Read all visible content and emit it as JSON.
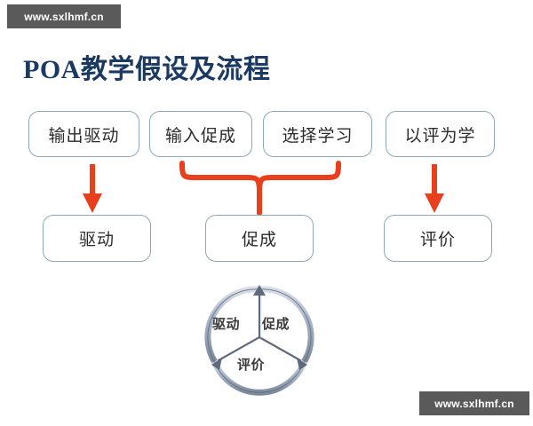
{
  "watermarks": {
    "top": "www.sxlhmf.cn",
    "bottom": "www.sxlhmf.cn"
  },
  "header": {
    "title": "POA教学假设及流程",
    "title_color": "#1b3a63"
  },
  "colors": {
    "box_border": "#8fa7bd",
    "arrow": "#e8401c",
    "brace": "#e8401c",
    "cycle_ring": "#9aa9bd",
    "background": "#ffffff",
    "watermark_bg": "#5a5a5a"
  },
  "flow": {
    "top_row": [
      {
        "label": "输出驱动"
      },
      {
        "label": "输入促成"
      },
      {
        "label": "选择学习"
      },
      {
        "label": "以评为学"
      }
    ],
    "bottom_row": [
      {
        "label": "驱动"
      },
      {
        "label": "促成"
      },
      {
        "label": "评价"
      }
    ],
    "connectors": [
      {
        "type": "arrow-down",
        "from": "输出驱动",
        "to": "驱动"
      },
      {
        "type": "brace",
        "from": [
          "输入促成",
          "选择学习"
        ],
        "to": "促成"
      },
      {
        "type": "arrow-down",
        "from": "以评为学",
        "to": "评价"
      }
    ]
  },
  "cycle": {
    "segments": [
      {
        "label": "驱动"
      },
      {
        "label": "促成"
      },
      {
        "label": "评价"
      }
    ]
  }
}
